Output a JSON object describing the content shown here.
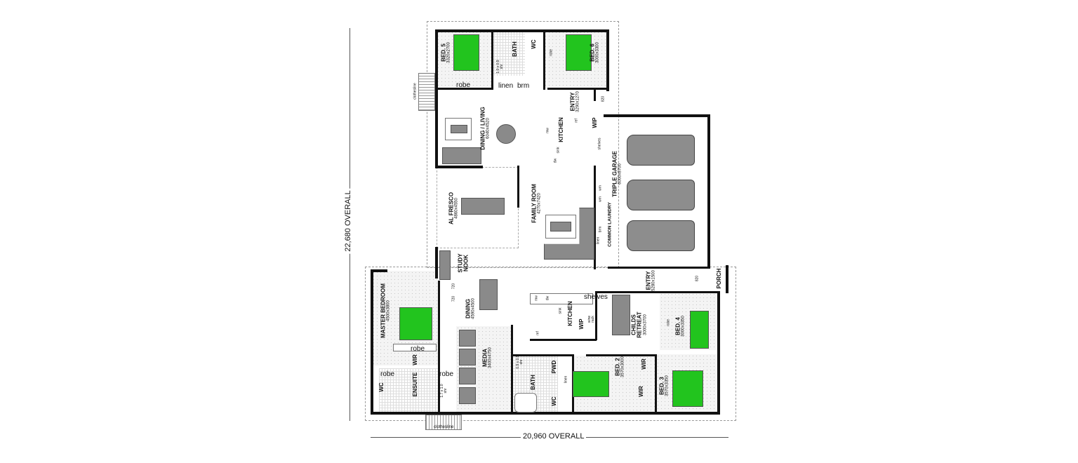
{
  "overall": {
    "height": "22,680 OVERALL",
    "width": "20,960 OVERALL"
  },
  "colors": {
    "bed": "#22c41e",
    "wall": "#111111",
    "furniture": "#8a8a8a"
  },
  "rooms": {
    "bed5": {
      "name": "BED. 5",
      "dim": "3320x2700"
    },
    "bath_upper": {
      "name": "BATH"
    },
    "wc_upper": {
      "name": "WC"
    },
    "bed6": {
      "name": "BED. 6",
      "dim": "3000x3300"
    },
    "entry_upper": {
      "name": "ENTRY",
      "dim": "3290x1270"
    },
    "dining_living": {
      "name": "DINING / LIVING",
      "dim": "6040x4520"
    },
    "kitchen_upper": {
      "name": "KITCHEN"
    },
    "wip_upper": {
      "name": "WIP"
    },
    "garage": {
      "name": "TRIPLE GARAGE",
      "dim": "6000x8700"
    },
    "laundry": {
      "name": "COMMON LAUNDRY"
    },
    "alfresco": {
      "name": "AL FRESCO",
      "dim": "4860x4550"
    },
    "family": {
      "name": "FAMILY ROOM",
      "dim": "4270x7420"
    },
    "study": {
      "name": "STUDY NOOK"
    },
    "entry_lower": {
      "name": "ENTRY",
      "dim": "5280x1500"
    },
    "porch": {
      "name": "PORCH"
    },
    "master": {
      "name": "MASTER BEDROOM",
      "dim": "4500x3800"
    },
    "dining": {
      "name": "DINING",
      "dim": "4590x4500"
    },
    "kitchen_lower": {
      "name": "KITCHEN"
    },
    "wip_lower": {
      "name": "WIP"
    },
    "wir_master": {
      "name": "WIR"
    },
    "ensuite": {
      "name": "ENSUITE"
    },
    "wc_ensuite": {
      "name": "WC"
    },
    "media": {
      "name": "MEDIA",
      "dim": "3400x4750"
    },
    "bath_lower": {
      "name": "BATH"
    },
    "pwd": {
      "name": "PWD"
    },
    "wc_lower": {
      "name": "WC"
    },
    "bed2": {
      "name": "BED. 2",
      "dim": "3570x3000"
    },
    "wir2": {
      "name": "WIR"
    },
    "wir3": {
      "name": "WIR"
    },
    "bed3": {
      "name": "BED. 3",
      "dim": "3570x3350"
    },
    "childs": {
      "name": "CHILDS\nRETREAT",
      "dim": "3000x3700"
    },
    "bed4": {
      "name": "BED. 4",
      "dim": "3000x3350"
    }
  },
  "fixtures": {
    "robe5": "robe",
    "robe6": "robe",
    "linen_up": "linen",
    "brm_up": "brm",
    "shr_up": "1.0 x 0.9 shr",
    "door820a": "820",
    "mw_up": "mw",
    "ref_up": "ref",
    "shelves_up": "shelves",
    "sink_up": "sink",
    "dw_up": "dw",
    "wm1": "wm",
    "wm2": "wm",
    "brm_l": "brm",
    "linen_l": "linen",
    "door720a": "720",
    "door720b": "720",
    "door820b": "820",
    "mw_low": "mw",
    "dw_low": "dw",
    "sink_low": "sink",
    "ref_low": "ref",
    "shelves_low": "shelves",
    "wine": "wine rack",
    "robe_m": "robe",
    "robe_e1": "robe",
    "robe_e2": "robe",
    "shr_e": "1.7 x 1.0 shr",
    "shr_b": "0.9 x 0.9 shr",
    "linen_b": "linen",
    "robe4": "robe",
    "clothesline_top": "clothesline",
    "clothesline_bottom": "clothesline"
  }
}
